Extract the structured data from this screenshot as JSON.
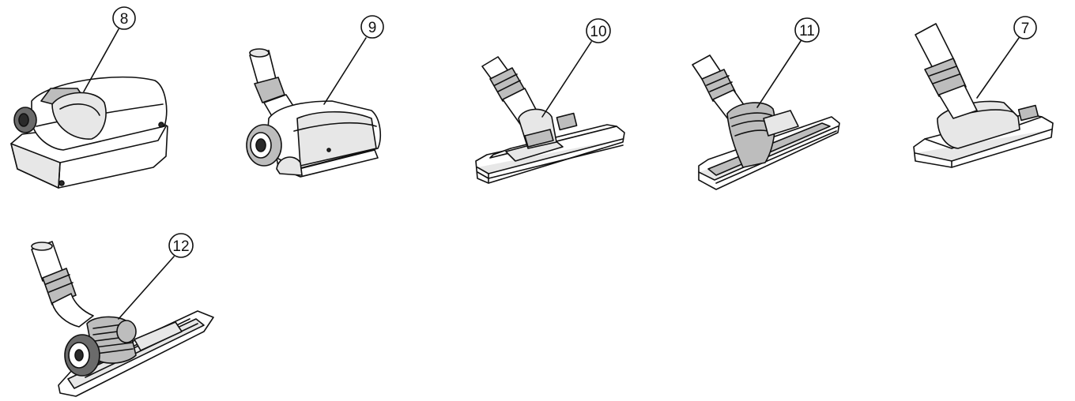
{
  "callouts": [
    {
      "id": "nozzle-8",
      "label": "8"
    },
    {
      "id": "nozzle-9",
      "label": "9"
    },
    {
      "id": "nozzle-10",
      "label": "10"
    },
    {
      "id": "nozzle-11",
      "label": "11"
    },
    {
      "id": "nozzle-7",
      "label": "7"
    },
    {
      "id": "nozzle-12",
      "label": "12"
    }
  ],
  "icons": {
    "nozzle-8": "turbo-brush-icon",
    "nozzle-9": "mini-turbo-brush-icon",
    "nozzle-10": "floor-nozzle-icon",
    "nozzle-11": "parquet-nozzle-icon",
    "nozzle-7": "combination-floor-nozzle-icon",
    "nozzle-12": "turbo-floor-brush-icon"
  },
  "colors": {
    "line": "#111111",
    "background": "#ffffff"
  }
}
